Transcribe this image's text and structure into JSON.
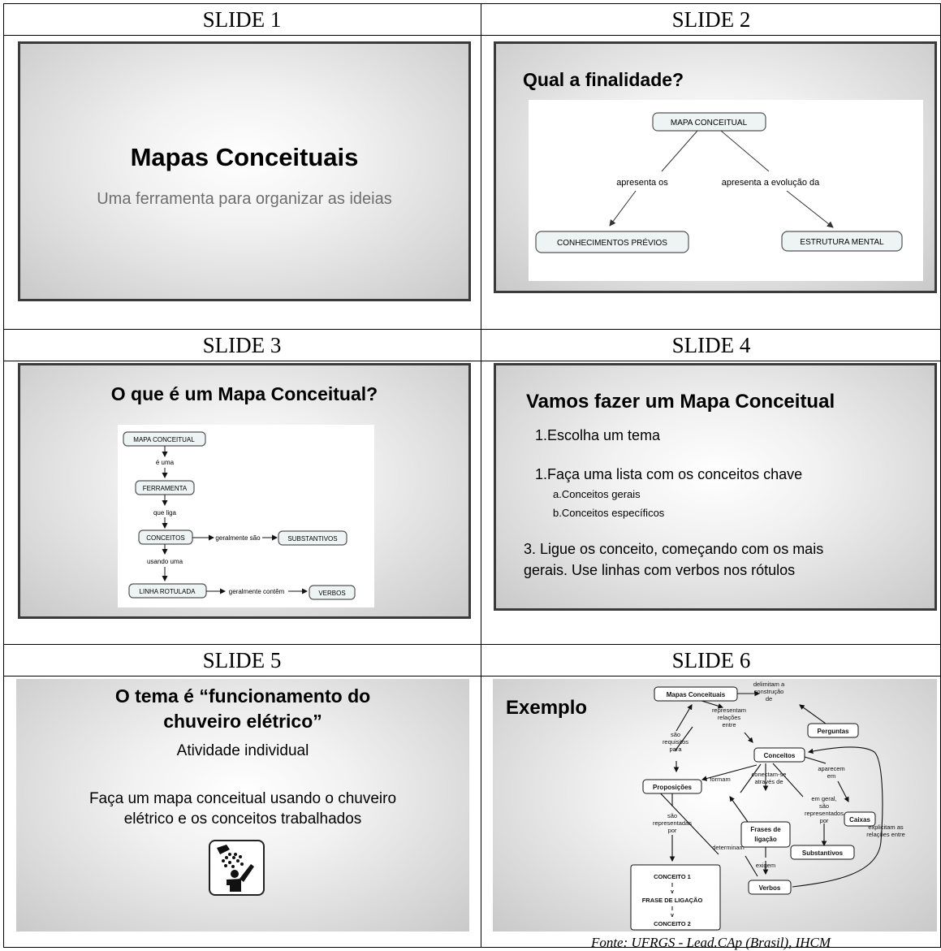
{
  "headers": [
    "SLIDE 1",
    "SLIDE 2",
    "SLIDE 3",
    "SLIDE 4",
    "SLIDE 5",
    "SLIDE 6"
  ],
  "slide1": {
    "title": "Mapas Conceituais",
    "subtitle": "Uma ferramenta para organizar as ideias"
  },
  "slide2": {
    "title": "Qual a finalidade?",
    "nodes": [
      "MAPA CONCEITUAL",
      "CONHECIMENTOS PRÉVIOS",
      "ESTRUTURA MENTAL"
    ],
    "links": [
      "apresenta os",
      "apresenta a evolução da"
    ]
  },
  "slide3": {
    "title": "O que é um Mapa Conceitual?",
    "nodes": [
      "MAPA CONCEITUAL",
      "FERRAMENTA",
      "CONCEITOS",
      "SUBSTANTIVOS",
      "LINHA ROTULADA",
      "VERBOS"
    ],
    "links": [
      "é uma",
      "que liga",
      "usando uma",
      "geralmente são",
      "geralmente contêm"
    ]
  },
  "slide4": {
    "title": "Vamos fazer um Mapa Conceitual",
    "step1": "1.Escolha um tema",
    "step2": "1.Faça uma lista com os conceitos chave",
    "sub_a": "a.Conceitos gerais",
    "sub_b": "b.Conceitos específicos",
    "step3_line1": "3. Ligue os conceito, começando com os mais",
    "step3_line2": "gerais. Use linhas com verbos nos rótulos"
  },
  "slide5": {
    "title_line1": "O tema é “funcionamento do",
    "title_line2": "chuveiro elétrico”",
    "subtitle": "Atividade individual",
    "body_line1": "Faça um mapa conceitual usando o chuveiro",
    "body_line2": "elétrico e os conceitos trabalhados",
    "icon": "shower-icon"
  },
  "slide6": {
    "title": "Exemplo",
    "nodes": [
      "Mapas Conceituais",
      "Perguntas",
      "Conceitos",
      "Proposições",
      "Caixas",
      "Frases de",
      "ligação",
      "Substantivos",
      "Verbos"
    ],
    "links": [
      "delimitam a",
      "construção",
      "de",
      "representam",
      "relações",
      "entre",
      "são",
      "requisitos",
      "para",
      "formam",
      "conectam-se",
      "através de",
      "aparecem",
      "em",
      "em geral,",
      "são",
      "representados",
      "por",
      "são",
      "representadas",
      "por",
      "determinam",
      "exigem",
      "explicitam as",
      "relações entre"
    ],
    "stack": [
      "CONCEITO 1",
      "I",
      "v",
      "FRASE DE LIGAÇÃO",
      "I",
      "v",
      "CONCEITO 2"
    ]
  },
  "caption": "Fonte: UFRGS - Lead.CAp (Brasil), IHCM"
}
